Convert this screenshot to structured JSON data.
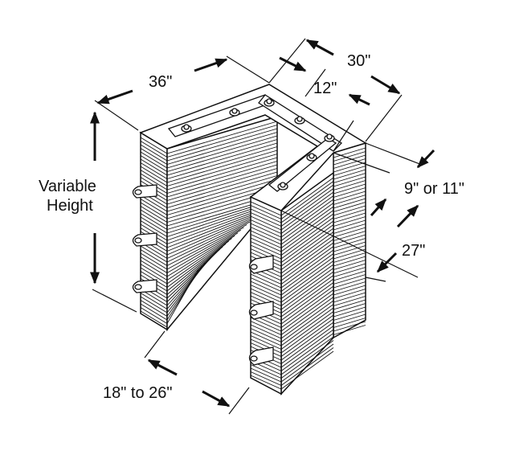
{
  "labels": {
    "width_36": "36\"",
    "width_30": "30\"",
    "width_12": "12\"",
    "thickness": "9\" or 11\"",
    "depth_27": "27\"",
    "height_line1": "Variable",
    "height_line2": "Height",
    "opening": "18\" to 26\""
  }
}
